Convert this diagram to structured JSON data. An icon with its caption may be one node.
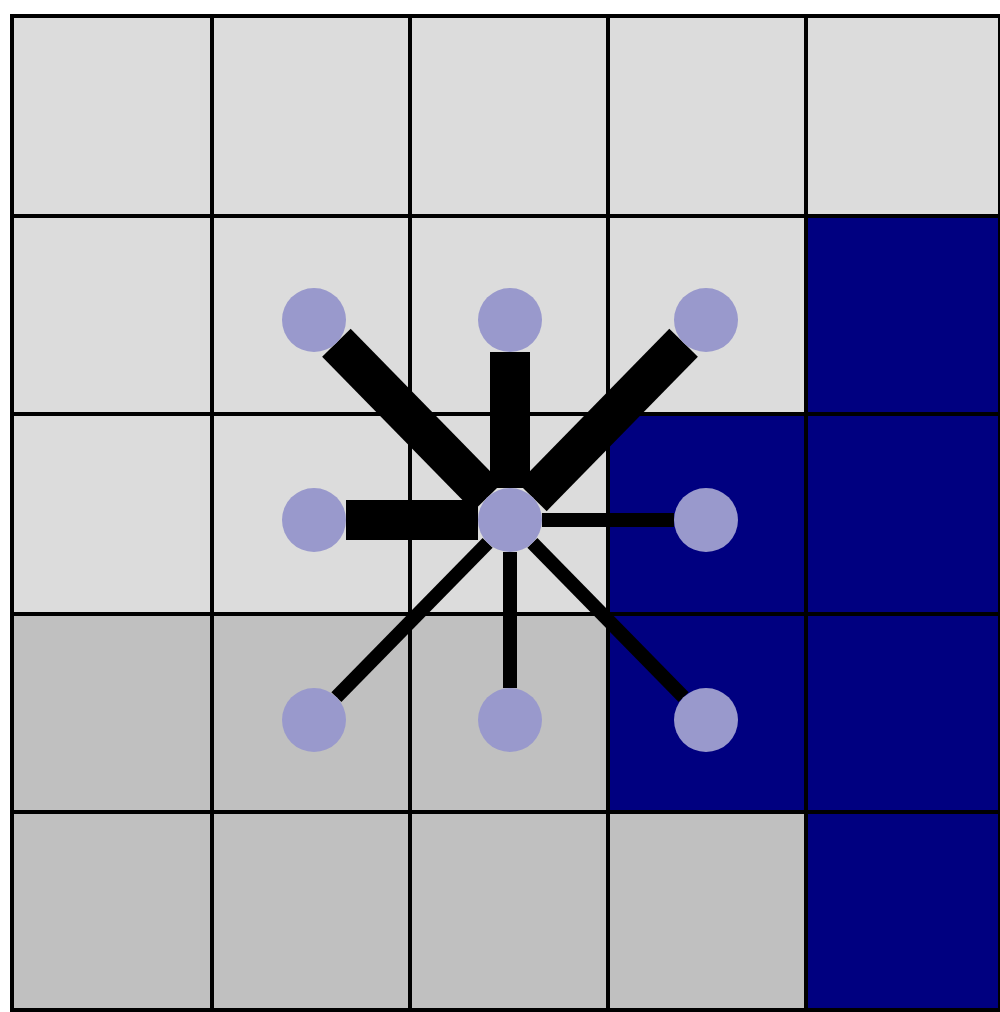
{
  "diagram": {
    "nodes": [
      {
        "text": [],
        "shape": "circle"
      },
      {
        "text": [],
        "shape": "circle"
      },
      {
        "text": [],
        "shape": "circle"
      },
      {
        "text": [],
        "shape": "circle"
      },
      {
        "text": [],
        "shape": "circle"
      },
      {
        "text": [],
        "shape": "circle"
      },
      {
        "text": [],
        "shape": "circle"
      },
      {
        "text": [],
        "shape": "circle"
      },
      {
        "text": [],
        "shape": "circle"
      }
    ],
    "edges": [
      {
        "from": 4,
        "to": 0,
        "arrow": "none",
        "style": "thick"
      },
      {
        "from": 4,
        "to": 1,
        "arrow": "none",
        "style": "thick"
      },
      {
        "from": 4,
        "to": 2,
        "arrow": "none",
        "style": "thick"
      },
      {
        "from": 4,
        "to": 3,
        "arrow": "none",
        "style": "thick"
      },
      {
        "from": 4,
        "to": 5,
        "arrow": "none"
      },
      {
        "from": 4,
        "to": 6,
        "arrow": "none"
      },
      {
        "from": 4,
        "to": 7,
        "arrow": "none"
      },
      {
        "from": 4,
        "to": 8,
        "arrow": "none"
      }
    ]
  }
}
